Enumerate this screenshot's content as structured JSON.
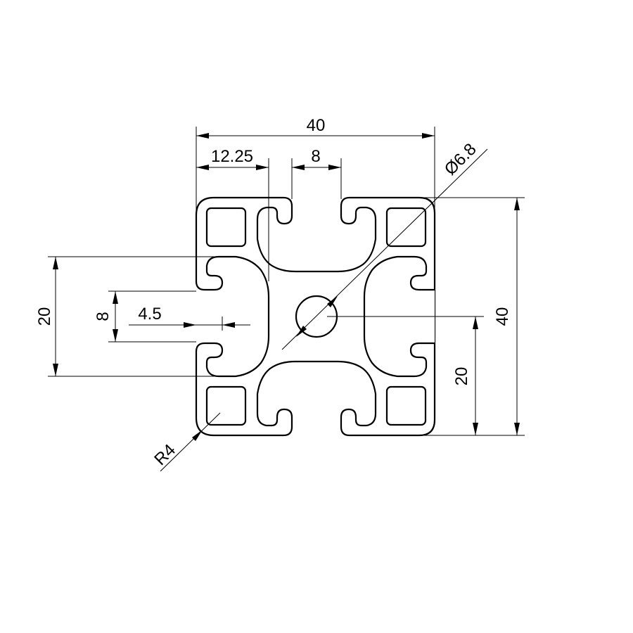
{
  "drawing": {
    "colors": {
      "ink": "#000000",
      "paper": "#ffffff"
    },
    "dimensions": {
      "overall_width": "40",
      "slot_offset": "12.25",
      "slot_width": "8",
      "center_bore": "Ø6.8",
      "overall_height": "40",
      "half_height_left": "20",
      "slot_width_left": "8",
      "slot_depth": "4.5",
      "half_height_right": "20",
      "corner_radius": "R4"
    }
  }
}
